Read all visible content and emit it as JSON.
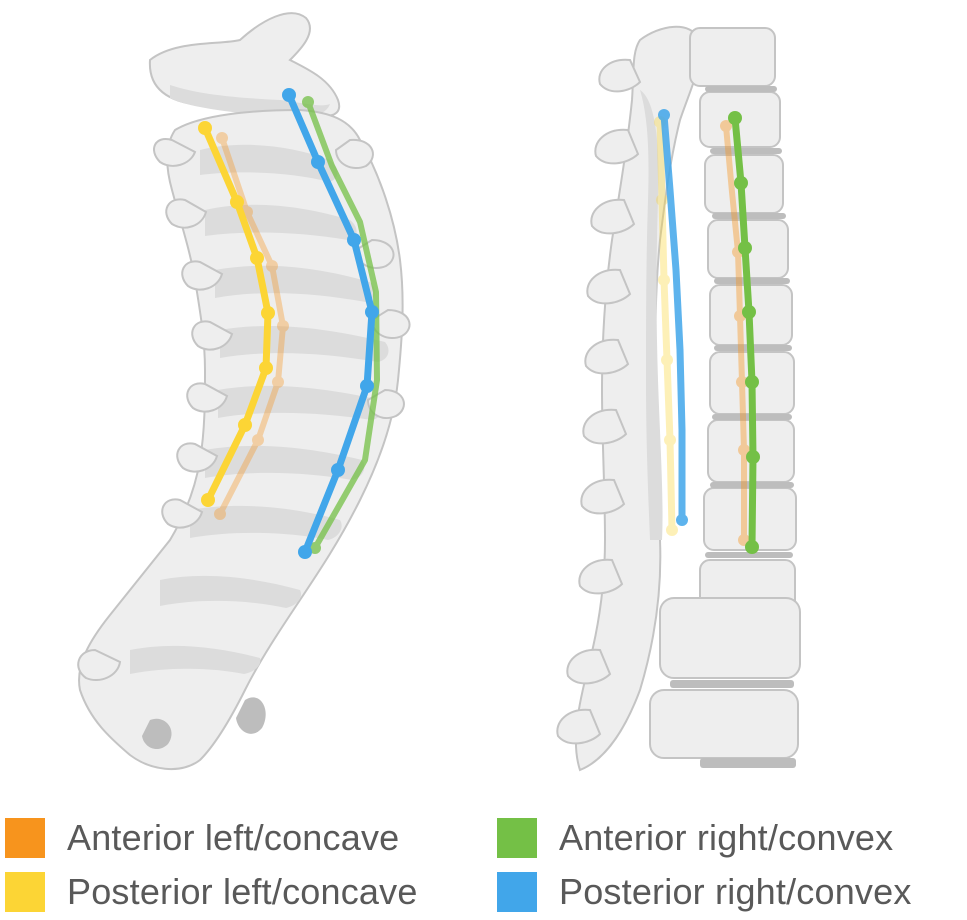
{
  "legend": {
    "anterior_left": {
      "label": "Anterior left/concave",
      "color": "#f7941d"
    },
    "posterior_left": {
      "label": "Posterior left/concave",
      "color": "#fcd535"
    },
    "anterior_right": {
      "label": "Anterior right/convex",
      "color": "#74c046"
    },
    "posterior_right": {
      "label": "Posterior right/convex",
      "color": "#41a6ea"
    }
  }
}
